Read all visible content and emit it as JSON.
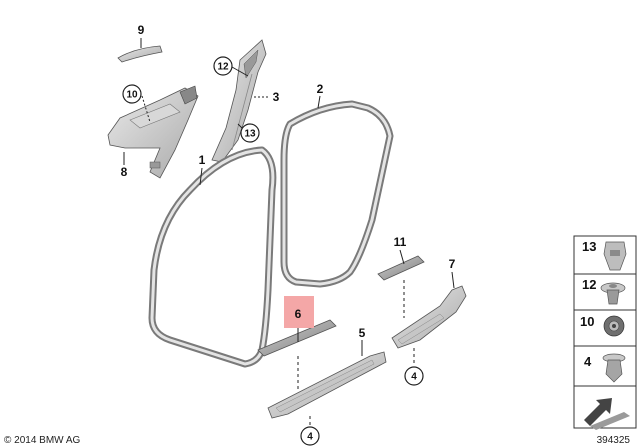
{
  "callouts": {
    "c9": "9",
    "c10": "10",
    "c8": "8",
    "c12": "12",
    "c3": "3",
    "c13": "13",
    "c1": "1",
    "c2": "2",
    "c11": "11",
    "c7": "7",
    "c6": "6",
    "c5": "5",
    "c4a": "4",
    "c4b": "4"
  },
  "highlight_color": "#f4a7a7",
  "legend": {
    "items": [
      {
        "num": "13",
        "icon": "retainer-clip-icon"
      },
      {
        "num": "12",
        "icon": "push-rivet-icon"
      },
      {
        "num": "10",
        "icon": "clip-nut-icon"
      },
      {
        "num": "4",
        "icon": "expanding-rivet-icon"
      }
    ]
  },
  "footer": {
    "copyright": "© 2014 BMW AG",
    "diagram_number": "394325"
  }
}
